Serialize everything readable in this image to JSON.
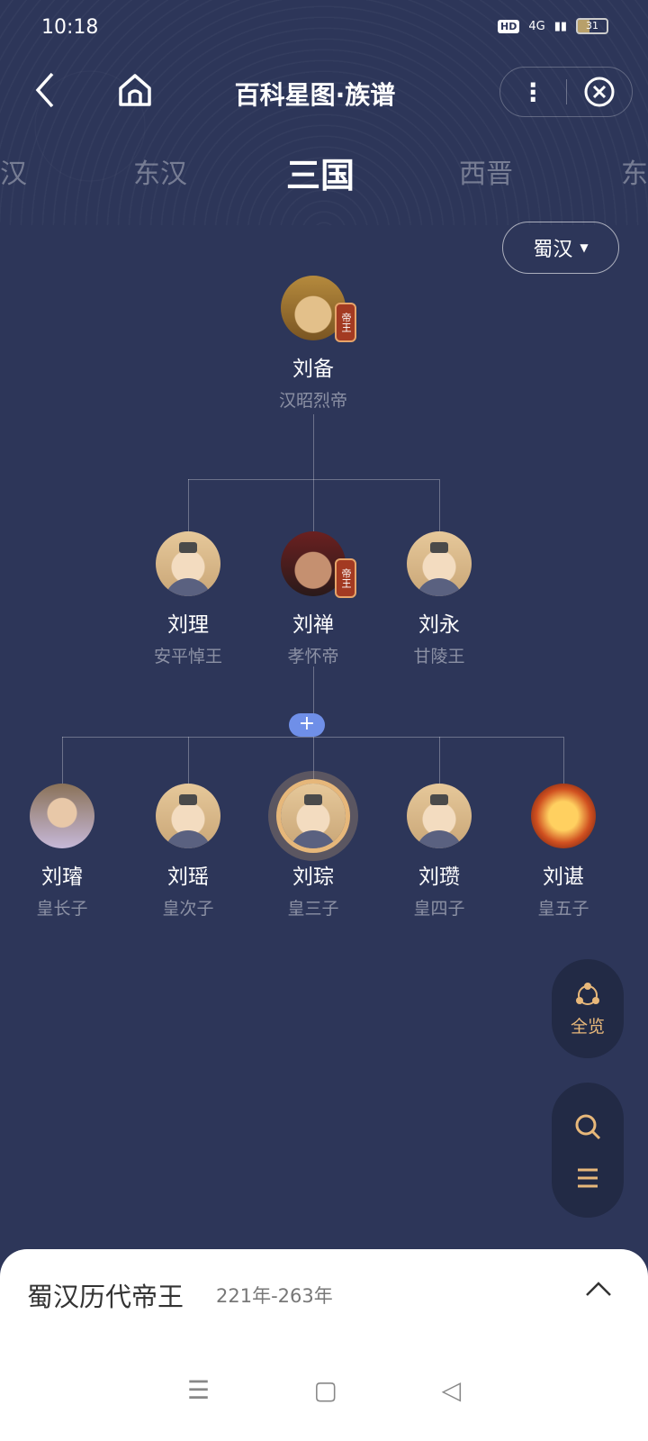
{
  "status": {
    "time": "10:18",
    "network": "4G",
    "battery": "31",
    "hd": "HD"
  },
  "header": {
    "title": "百科星图·族谱"
  },
  "eras": [
    "汉",
    "东汉",
    "三国",
    "西晋",
    "东"
  ],
  "filter": {
    "label": "蜀汉"
  },
  "tree": {
    "root": {
      "name": "刘备",
      "title": "汉昭烈帝",
      "badge": "帝王"
    },
    "gen2": [
      {
        "name": "刘理",
        "title": "安平悼王"
      },
      {
        "name": "刘禅",
        "title": "孝怀帝",
        "badge": "帝王"
      },
      {
        "name": "刘永",
        "title": "甘陵王"
      }
    ],
    "gen3": [
      {
        "name": "刘璿",
        "title": "皇长子"
      },
      {
        "name": "刘瑶",
        "title": "皇次子"
      },
      {
        "name": "刘琮",
        "title": "皇三子"
      },
      {
        "name": "刘瓒",
        "title": "皇四子"
      },
      {
        "name": "刘谌",
        "title": "皇五子"
      }
    ],
    "expand": "+"
  },
  "fab": {
    "overview": "全览"
  },
  "sheet": {
    "title": "蜀汉历代帝王",
    "years": "221年-263年"
  },
  "colors": {
    "bg": "#2d3659",
    "accent": "#e8b87a",
    "badge": "#a33a22",
    "plus": "#6f8fe8"
  }
}
